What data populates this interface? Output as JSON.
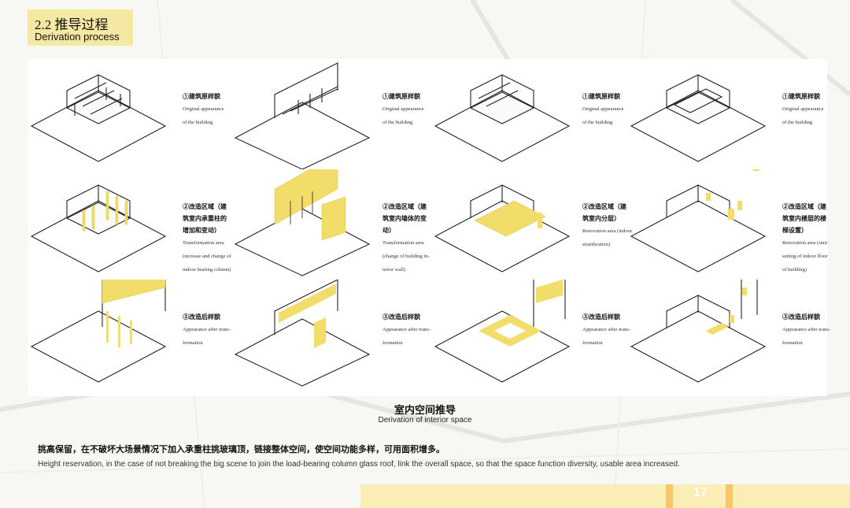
{
  "header": {
    "title_cn": "2.2 推导过程",
    "title_en": "Derivation process"
  },
  "columns": [
    {
      "original": {
        "cn": "①建筑原样貌",
        "en": [
          "Original appearance",
          "of the building"
        ]
      },
      "transform": {
        "cn": [
          "②改造区域（建",
          "筑室内承重柱的",
          "增加和变动）"
        ],
        "en": [
          "Transformation area",
          "(increase and change of",
          "indoor bearing column)"
        ]
      },
      "after": {
        "cn": "③改造后样貌",
        "en": [
          "Appearance after trans-",
          "formation"
        ]
      }
    },
    {
      "original": {
        "cn": "①建筑原样貌",
        "en": [
          "Original appearance",
          "of the building"
        ]
      },
      "transform": {
        "cn": [
          "②改造区域（建",
          "筑室内墙体的变",
          "动）"
        ],
        "en": [
          "Transformation area",
          "(change of building in-",
          "terior wall)"
        ]
      },
      "after": {
        "cn": "③改造后样貌",
        "en": [
          "Appearance after trans-",
          "formation"
        ]
      }
    },
    {
      "original": {
        "cn": "①建筑原样貌",
        "en": [
          "Original appearance",
          "of the building"
        ]
      },
      "transform": {
        "cn": [
          "②改造区域（建",
          "筑室内分层）"
        ],
        "en": [
          "Renovation area (indoor",
          "stratification)"
        ]
      },
      "after": {
        "cn": "③改造后样貌",
        "en": [
          "Appearance after trans-",
          "formation"
        ]
      }
    },
    {
      "original": {
        "cn": "①建筑原样貌",
        "en": [
          "Original appearance",
          "of the building"
        ]
      },
      "transform": {
        "cn": [
          "②改造区域（建",
          "筑室内楼层的楼",
          "梯设置）"
        ],
        "en": [
          "Renovation area (stair",
          "setting of indoor floor",
          "of building)"
        ]
      },
      "after": {
        "cn": "③改造后样貌",
        "en": [
          "Appearance after trans-",
          "formation"
        ]
      }
    }
  ],
  "caption": {
    "cn": "室内空间推导",
    "en": "Derivation of interior space"
  },
  "description": {
    "cn": "挑高保留，在不破坏大场景情况下加入承重柱挑玻璃顶，链接整体空间，使空间功能多样，可用面积增多。",
    "en": "Height reservation, in the case of not breaking the big scene to join the load-bearing column glass roof, link the overall space, so that the space function diversity, usable area increased."
  },
  "footer": {
    "page_number": "17"
  },
  "colors": {
    "header_bg": "#f5e8a2",
    "highlight": "#f2dd6a",
    "footer_band": "#faeeb6",
    "footer_mark": "#f6c667"
  }
}
